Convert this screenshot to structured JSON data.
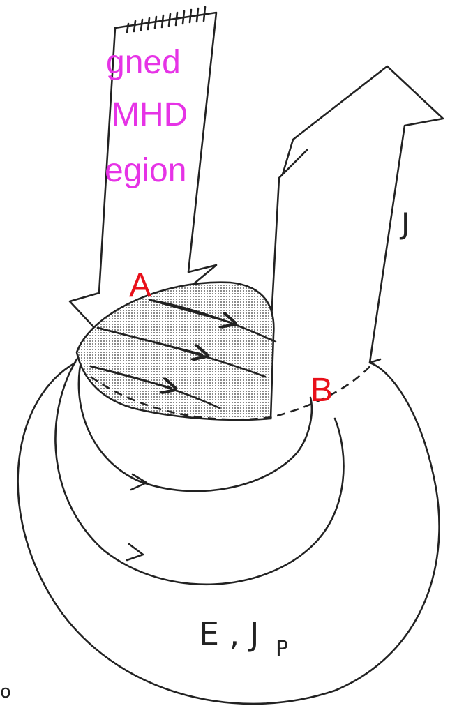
{
  "overlay": {
    "line1": "gned",
    "line2": "MHD",
    "line3": "egion"
  },
  "labels": {
    "point_a": "A",
    "point_b": "B",
    "current_j": "J",
    "field": "E , J",
    "field_sub": "P",
    "edge_mark": "o"
  },
  "colors": {
    "overlay_text": "#e633e6",
    "point_labels": "#e8101a",
    "ink": "#222222",
    "shading": "#b8b8b8"
  }
}
